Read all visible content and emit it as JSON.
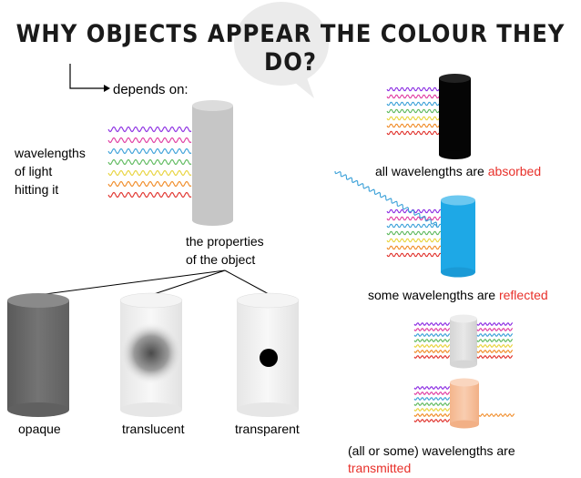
{
  "title": "WHY OBJECTS APPEAR THE COLOUR THEY DO?",
  "depends_on": "depends on:",
  "wavelengths_label": [
    "wavelengths",
    "of light",
    "hitting it"
  ],
  "properties_label": [
    "the properties",
    "of the object"
  ],
  "types": {
    "opaque": "opaque",
    "translucent": "translucent",
    "transparent": "transparent"
  },
  "absorbed": {
    "prefix": "all wavelengths are ",
    "word": "absorbed"
  },
  "reflected": {
    "prefix": "some wavelengths are ",
    "word": "reflected"
  },
  "transmitted": {
    "prefix": "(all or some) wavelengths are",
    "word": "transmitted"
  },
  "colors": {
    "black_object": "#050505",
    "blue_object": "#1ea8e6",
    "peach_object": "#f7c29e",
    "grey_object": "#c6c6c6",
    "opaque_object": "#6e6e6e",
    "highlight_red": "#e8302a",
    "wave_colors": [
      "#8a2be2",
      "#e03aa0",
      "#3aa0d8",
      "#5cb85c",
      "#e8d33a",
      "#f08a24",
      "#e0302a"
    ]
  }
}
